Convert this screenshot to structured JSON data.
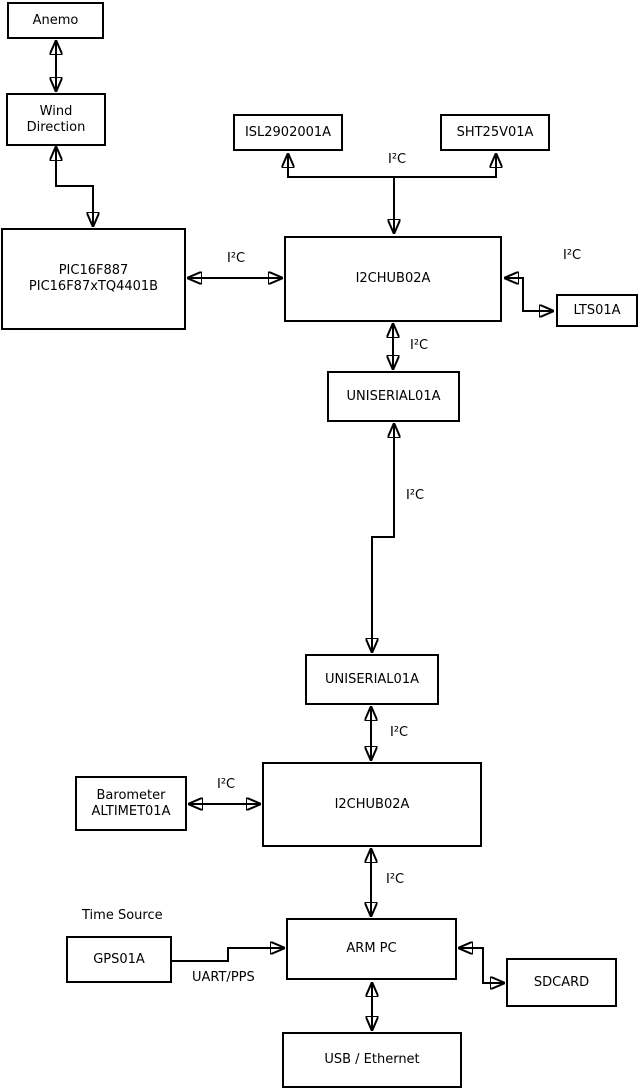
{
  "boxes": {
    "anemo": {
      "label": "Anemo"
    },
    "wind_direction": {
      "line1": "Wind",
      "line2": "Direction"
    },
    "pic": {
      "line1": "PIC16F887",
      "line2": "PIC16F87xTQ4401B"
    },
    "isl2902001a": {
      "label": "ISL2902001A"
    },
    "sht25v01a": {
      "label": "SHT25V01A"
    },
    "i2chub_top": {
      "label": "I2CHUB02A"
    },
    "lts01a": {
      "label": "LTS01A"
    },
    "uniserial_upper": {
      "label": "UNISERIAL01A"
    },
    "uniserial_lower": {
      "label": "UNISERIAL01A"
    },
    "i2chub_bottom": {
      "label": "I2CHUB02A"
    },
    "barometer": {
      "line1": "Barometer",
      "line2": "ALTIMET01A"
    },
    "gps01a": {
      "label": "GPS01A"
    },
    "arm_pc": {
      "label": "ARM PC"
    },
    "sdcard": {
      "label": "SDCARD"
    },
    "usb_ethernet": {
      "label": "USB / Ethernet"
    }
  },
  "labels": {
    "i2c": "I²C",
    "time_source": "Time Source",
    "uart_pps": "UART/PPS"
  },
  "colors": {
    "line": "#000000",
    "box_border": "#000000",
    "box_fill": "#ffffff",
    "background": "#ffffff",
    "text": "#000000"
  }
}
